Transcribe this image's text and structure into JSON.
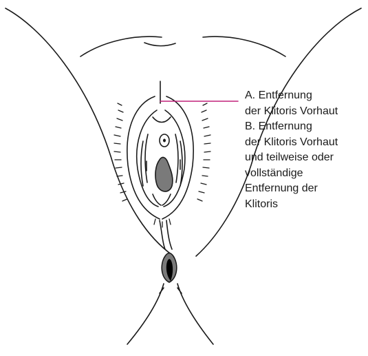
{
  "diagram": {
    "callout_color": "#c0207a",
    "line_color": "#1a1a1a",
    "fill_dark": "#7a7a7a",
    "fill_black": "#000000",
    "labels": [
      "A. Entfernung",
      "der Klitoris Vorhaut",
      "B. Entfernung",
      "der Klitoris Vorhaut",
      "und teilweise oder",
      "vollständige",
      "Entfernung der",
      "Klitoris"
    ]
  }
}
